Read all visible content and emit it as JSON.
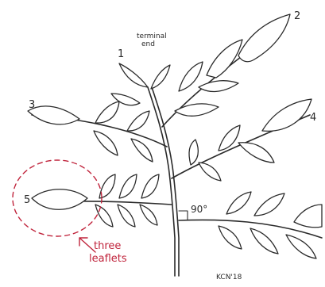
{
  "labels": {
    "terminal_line1": "terminal",
    "terminal_line2": "end",
    "n1": "1",
    "n2": "2",
    "n3": "3",
    "n4": "4",
    "n5": "5",
    "angle": "90°",
    "annotation_line1": "three",
    "annotation_line2": "leaflets",
    "signature": "KCN'18"
  },
  "colors": {
    "ink": "#2a2a2a",
    "annotation": "#c0243c"
  }
}
